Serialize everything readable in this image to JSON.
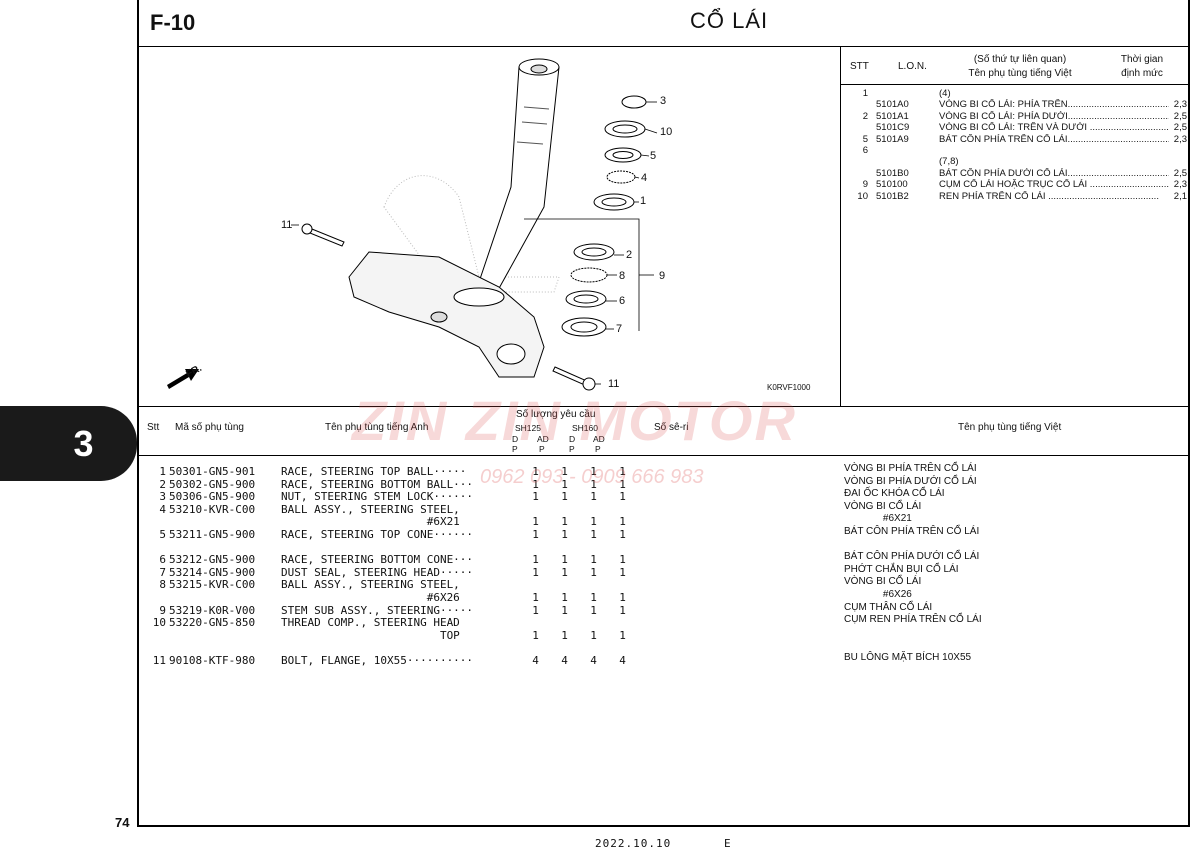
{
  "header": {
    "code": "F-10",
    "title": "CỔ LÁI"
  },
  "side_tab": "3",
  "page_number": "74",
  "footer": {
    "date": "2022.10.10",
    "edition": "E"
  },
  "diagram": {
    "code": "K0RVF1000",
    "fr_label": "FR.",
    "callouts": [
      "3",
      "10",
      "5",
      "4",
      "1",
      "2",
      "8",
      "9",
      "6",
      "7",
      "11",
      "11"
    ]
  },
  "ref_table": {
    "headers": {
      "stt": "STT",
      "lon": "L.O.N.",
      "name_line1": "(Số thứ tự liên quan)",
      "name_line2": "Tên phụ tùng tiếng Việt",
      "time_line1": "Thời gian",
      "time_line2": "định mức"
    },
    "rows": [
      {
        "stt": "1",
        "lon": "",
        "name": "(4)",
        "time": ""
      },
      {
        "stt": "",
        "lon": "5101A0",
        "name": "VÒNG BI CỔ LÁI: PHÍA TRÊN..........................................",
        "time": "2,3"
      },
      {
        "stt": "2",
        "lon": "5101A1",
        "name": "VÒNG BI CỔ LÁI: PHÍA DƯỚI..........................................",
        "time": "2,5"
      },
      {
        "stt": "",
        "lon": "5101C9",
        "name": "VÒNG BI CỔ LÁI: TRÊN VÀ DƯỚI ..........................................",
        "time": "2,5"
      },
      {
        "stt": "5",
        "lon": "5101A9",
        "name": "BÁT CÔN PHÍA TRÊN CỔ LÁI..........................................",
        "time": "2,3"
      },
      {
        "stt": "6",
        "lon": "",
        "name": "",
        "time": ""
      },
      {
        "stt": "",
        "lon": "",
        "name": "(7,8)",
        "time": ""
      },
      {
        "stt": "",
        "lon": "5101B0",
        "name": "BÁT CÔN PHÍA DƯỚI CỔ LÁI..........................................",
        "time": "2,5"
      },
      {
        "stt": "9",
        "lon": "510100",
        "name": "CỤM CỔ LÁI HOẶC TRỤC CỔ LÁI ..........................................",
        "time": "2,3"
      },
      {
        "stt": "10",
        "lon": "5101B2",
        "name": "REN PHÍA TRÊN CỔ LÁI ..........................................",
        "time": "2,1"
      }
    ]
  },
  "parts_table": {
    "headers": {
      "stt": "Stt",
      "part_no": "Mã số phụ tùng",
      "name_en": "Tên phụ tùng tiếng Anh",
      "qty": "Số lượng yêu cầu",
      "model1": "SH125",
      "model2": "SH160",
      "sub": [
        "D",
        "AD",
        "D",
        "AD"
      ],
      "sub2": [
        "P",
        "P",
        "P",
        "P"
      ],
      "serial": "Số sê-ri",
      "name_vn": "Tên phụ tùng tiếng Việt"
    },
    "rows": [
      {
        "stt": "1",
        "pn": "50301-GN5-901",
        "en": "RACE, STEERING TOP BALL·····",
        "q": [
          "1",
          "1",
          "1",
          "1"
        ],
        "vn": "VÒNG BI PHÍA TRÊN CỔ LÁI"
      },
      {
        "stt": "2",
        "pn": "50302-GN5-900",
        "en": "RACE, STEERING BOTTOM BALL···",
        "q": [
          "1",
          "1",
          "1",
          "1"
        ],
        "vn": "VÒNG BI PHÍA DƯỚI CỔ LÁI"
      },
      {
        "stt": "3",
        "pn": "50306-GN5-900",
        "en": "NUT, STEERING STEM LOCK······",
        "q": [
          "1",
          "1",
          "1",
          "1"
        ],
        "vn": "ĐAI ỐC KHÓA CỔ LÁI"
      },
      {
        "stt": "4",
        "pn": "53210-KVR-C00",
        "en": "BALL ASSY., STEERING STEEL,",
        "q": [
          "",
          "",
          "",
          ""
        ],
        "vn": "VÒNG BI CỔ LÁI"
      },
      {
        "stt": "",
        "pn": "",
        "en": "                      #6X21",
        "q": [
          "1",
          "1",
          "1",
          "1"
        ],
        "vn": "              #6X21"
      },
      {
        "stt": "5",
        "pn": "53211-GN5-900",
        "en": "RACE, STEERING TOP CONE······",
        "q": [
          "1",
          "1",
          "1",
          "1"
        ],
        "vn": "BÁT CÔN PHÍA TRÊN CỔ LÁI"
      },
      {
        "stt": "",
        "pn": "",
        "en": "",
        "q": [
          "",
          "",
          "",
          ""
        ],
        "vn": ""
      },
      {
        "stt": "6",
        "pn": "53212-GN5-900",
        "en": "RACE, STEERING BOTTOM CONE···",
        "q": [
          "1",
          "1",
          "1",
          "1"
        ],
        "vn": "BÁT CÔN PHÍA DƯỚI CỔ LÁI"
      },
      {
        "stt": "7",
        "pn": "53214-GN5-900",
        "en": "DUST SEAL, STEERING HEAD·····",
        "q": [
          "1",
          "1",
          "1",
          "1"
        ],
        "vn": "PHỚT CHẮN BỤI CỔ LÁI"
      },
      {
        "stt": "8",
        "pn": "53215-KVR-C00",
        "en": "BALL ASSY., STEERING STEEL,",
        "q": [
          "",
          "",
          "",
          ""
        ],
        "vn": "VÒNG BI CỔ LÁI"
      },
      {
        "stt": "",
        "pn": "",
        "en": "                      #6X26",
        "q": [
          "1",
          "1",
          "1",
          "1"
        ],
        "vn": "              #6X26"
      },
      {
        "stt": "9",
        "pn": "53219-K0R-V00",
        "en": "STEM SUB ASSY., STEERING·····",
        "q": [
          "1",
          "1",
          "1",
          "1"
        ],
        "vn": "CỤM THÂN CỔ LÁI"
      },
      {
        "stt": "10",
        "pn": "53220-GN5-850",
        "en": "THREAD COMP., STEERING HEAD",
        "q": [
          "",
          "",
          "",
          ""
        ],
        "vn": "CỤM REN PHÍA TRÊN CỔ LÁI"
      },
      {
        "stt": "",
        "pn": "",
        "en": "                        TOP",
        "q": [
          "1",
          "1",
          "1",
          "1"
        ],
        "vn": ""
      },
      {
        "stt": "",
        "pn": "",
        "en": "",
        "q": [
          "",
          "",
          "",
          ""
        ],
        "vn": ""
      },
      {
        "stt": "11",
        "pn": "90108-KTF-980",
        "en": "BOLT, FLANGE, 10X55··········",
        "q": [
          "4",
          "4",
          "4",
          "4"
        ],
        "vn": "BU LÔNG MẶT BÍCH 10X55"
      }
    ]
  },
  "watermark": {
    "brand": "ZIN ZIN MOTOR",
    "phone": "0962 093 - 0909 666 983"
  },
  "colors": {
    "watermark": "#e06e6e",
    "tab": "#1a1a1a"
  }
}
